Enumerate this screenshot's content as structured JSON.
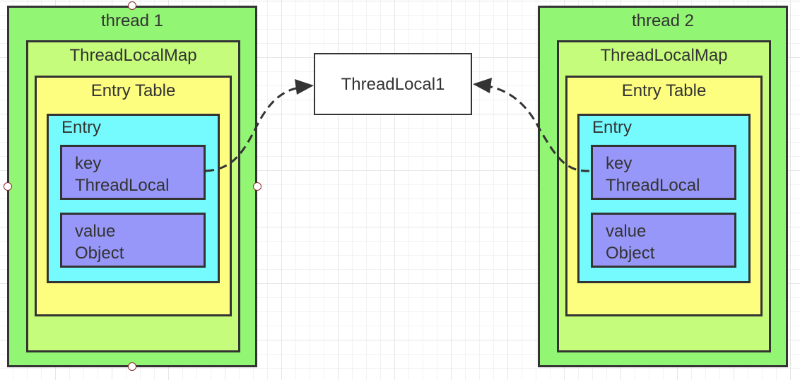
{
  "colors": {
    "thread": "#92f573",
    "map": "#c6fc7b",
    "table": "#fdfd7f",
    "entry": "#75fbfd",
    "field": "#9797f9",
    "threadlocal_box": "#ffffff",
    "border": "#333333",
    "handle": "#8b2b2b"
  },
  "threads": [
    {
      "title": "thread 1",
      "map_label": "ThreadLocalMap",
      "table_label": "Entry Table",
      "entry_label": "Entry",
      "key": {
        "line1": "key",
        "line2": "ThreadLocal"
      },
      "value": {
        "line1": "value",
        "line2": "Object"
      }
    },
    {
      "title": "thread 2",
      "map_label": "ThreadLocalMap",
      "table_label": "Entry Table",
      "entry_label": "Entry",
      "key": {
        "line1": "key",
        "line2": "ThreadLocal"
      },
      "value": {
        "line1": "value",
        "line2": "Object"
      }
    }
  ],
  "threadlocal": {
    "label": "ThreadLocal1"
  },
  "connectors": [
    {
      "from": "thread-1-key",
      "to": "threadlocal-1",
      "style": "dashed-arrow"
    },
    {
      "from": "thread-2-key",
      "to": "threadlocal-1",
      "style": "dashed-arrow"
    }
  ]
}
